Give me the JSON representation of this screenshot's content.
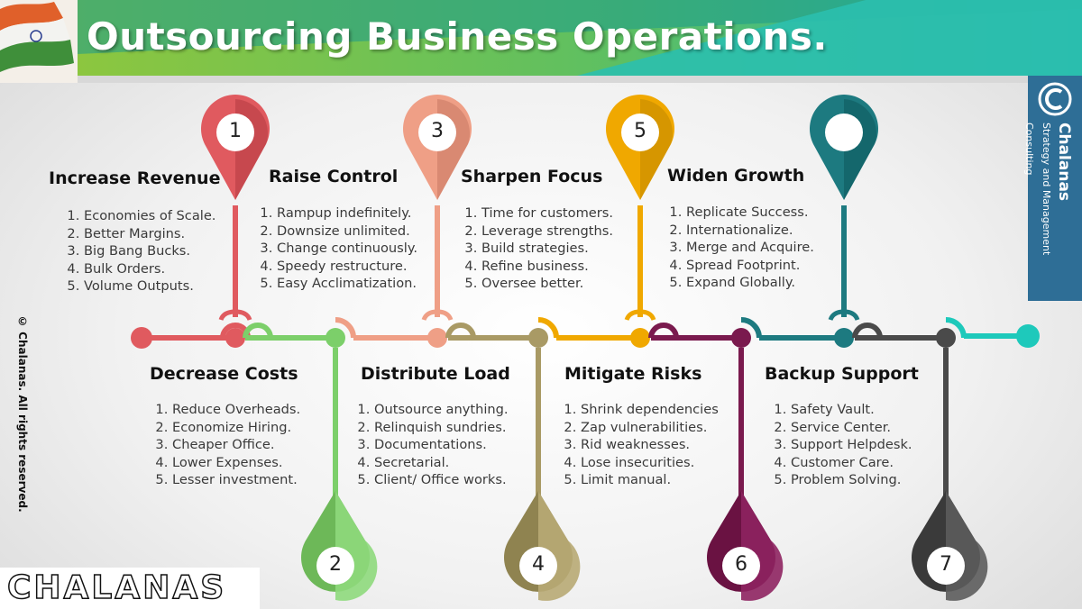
{
  "title": "Outsourcing Business Operations.",
  "brand": {
    "name": "Chalanas",
    "tagline": "Strategy and Management Consulting",
    "wordmark": "CHALANAS",
    "copyright": "© Chalanas. All rights reserved."
  },
  "steps": [
    {
      "number": "1",
      "heading": "Increase Revenue",
      "color": "#e05a5f",
      "items": [
        "Economies of Scale.",
        "Better Margins.",
        "Big Bang Bucks.",
        "Bulk Orders.",
        "Volume Outputs."
      ]
    },
    {
      "number": "2",
      "heading": "Decrease Costs",
      "color": "#7ccf6a",
      "items": [
        "Reduce Overheads.",
        "Economize Hiring.",
        "Cheaper Office.",
        "Lower Expenses.",
        "Lesser investment."
      ]
    },
    {
      "number": "3",
      "heading": "Raise Control",
      "color": "#ef9f86",
      "items": [
        "Rampup indefinitely.",
        "Downsize unlimited.",
        "Change continuously.",
        "Speedy restructure.",
        "Easy Acclimatization."
      ]
    },
    {
      "number": "4",
      "heading": "Distribute Load",
      "color": "#a99a65",
      "items": [
        "Outsource anything.",
        "Relinquish sundries.",
        "Documentations.",
        "Secretarial.",
        "Client/ Office works."
      ]
    },
    {
      "number": "5",
      "heading": "Sharpen Focus",
      "color": "#f0a800",
      "items": [
        "Time for customers.",
        "Leverage strengths.",
        "Build strategies.",
        "Refine business.",
        "Oversee better."
      ]
    },
    {
      "number": "6",
      "heading": "Mitigate Risks",
      "color": "#7a1a4e",
      "items": [
        "Shrink dependencies",
        "Zap vulnerabilities.",
        "Rid weaknesses.",
        "Lose insecurities.",
        "Limit manual."
      ]
    },
    {
      "number": "",
      "heading": "Widen Growth",
      "color": "#1d7a80",
      "items": [
        "Replicate Success.",
        "Internationalize.",
        "Merge and Acquire.",
        "Spread Footprint.",
        "Expand Globally."
      ]
    },
    {
      "number": "7",
      "heading": "Backup Support",
      "color": "#4a4a4a",
      "items": [
        "Safety Vault.",
        "Service Center.",
        "Support Helpdesk.",
        "Customer Care.",
        "Problem Solving."
      ]
    }
  ],
  "colors": {
    "banner_green": "#8ac249",
    "banner_teal": "#2bbfae",
    "end_dot": "#1ec9bb",
    "brand_blue": "#2e6e96"
  }
}
